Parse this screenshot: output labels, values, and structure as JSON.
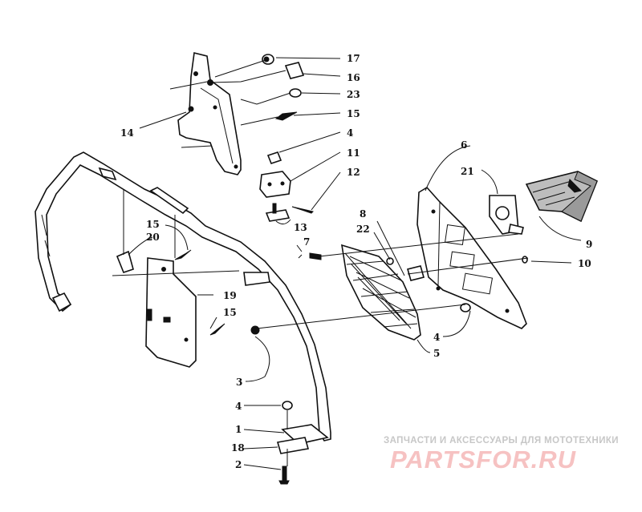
{
  "callouts": [
    {
      "id": "c17",
      "label": "17"
    },
    {
      "id": "c16",
      "label": "16"
    },
    {
      "id": "c23",
      "label": "23"
    },
    {
      "id": "c15a",
      "label": "15"
    },
    {
      "id": "c4a",
      "label": "4"
    },
    {
      "id": "c11",
      "label": "11"
    },
    {
      "id": "c12",
      "label": "12"
    },
    {
      "id": "c13",
      "label": "13"
    },
    {
      "id": "c14",
      "label": "14"
    },
    {
      "id": "c6",
      "label": "6"
    },
    {
      "id": "c21",
      "label": "21"
    },
    {
      "id": "c8",
      "label": "8"
    },
    {
      "id": "c22",
      "label": "22"
    },
    {
      "id": "c9",
      "label": "9"
    },
    {
      "id": "c10",
      "label": "10"
    },
    {
      "id": "c7",
      "label": "7"
    },
    {
      "id": "c15b",
      "label": "15"
    },
    {
      "id": "c20",
      "label": "20"
    },
    {
      "id": "c19",
      "label": "19"
    },
    {
      "id": "c15c",
      "label": "15"
    },
    {
      "id": "c4b",
      "label": "4"
    },
    {
      "id": "c5",
      "label": "5"
    },
    {
      "id": "c3",
      "label": "3"
    },
    {
      "id": "c4c",
      "label": "4"
    },
    {
      "id": "c1",
      "label": "1"
    },
    {
      "id": "c18",
      "label": "18"
    },
    {
      "id": "c2",
      "label": "2"
    }
  ],
  "watermark": {
    "subtitle": "ЗАПЧАСТИ И АКСЕССУАРЫ ДЛЯ МОТОТЕХНИКИ",
    "brand": "PARTSFOR.RU",
    "subtitle_color": "#c7c7c7",
    "brand_color": "#f6c2c2"
  }
}
